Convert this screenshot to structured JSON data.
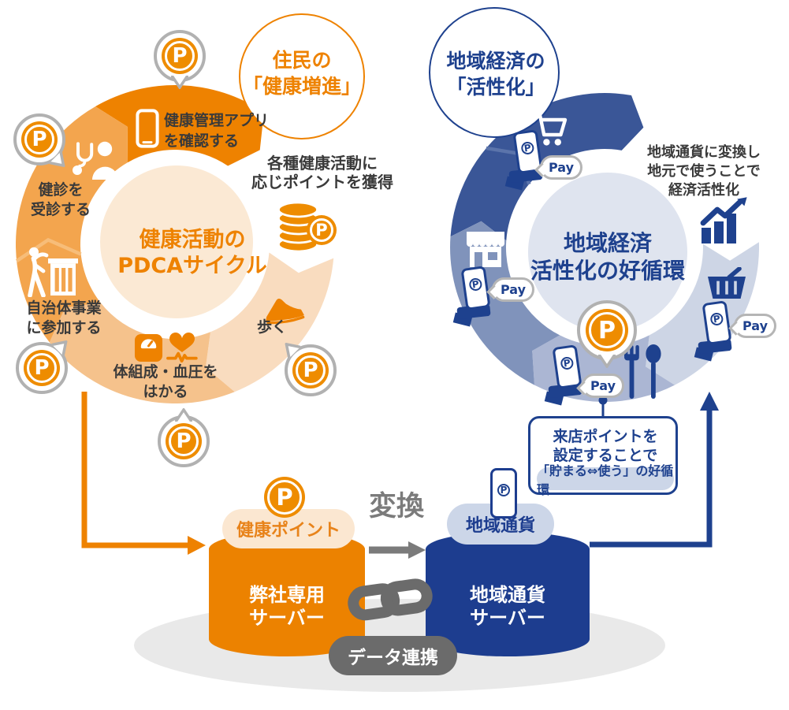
{
  "point_letter": "P",
  "left_cycle": {
    "bubble_line1": "住民の",
    "bubble_line2": "「健康増進」",
    "title_line1": "健康活動の",
    "title_line2": "PDCAサイクル",
    "activities": [
      {
        "line1": "健康管理アプリ",
        "line2": "を確認する"
      },
      {
        "line1": "健診を",
        "line2": "受診する"
      },
      {
        "line1": "自治体事業",
        "line2": "に参加する"
      },
      {
        "line1": "体組成・血圧を",
        "line2": "はかる"
      },
      {
        "line1": "歩く"
      }
    ],
    "points_note_line1": "各種健康活動に",
    "points_note_line2": "応じポイントを獲得"
  },
  "right_cycle": {
    "bubble_line1": "地域経済の",
    "bubble_line2": "「活性化」",
    "title_line1": "地域経済",
    "title_line2": "活性化の好循環",
    "note_line1": "地域通貨に変換し",
    "note_line2": "地元で使うことで",
    "note_line3": "経済活性化",
    "pay_label": "Pay",
    "callout_line1": "来店ポイントを",
    "callout_line2": "設定することで",
    "callout_highlight": "「貯まる⇔使う」の好循環"
  },
  "flow": {
    "conversion_label": "変換",
    "health_points_label": "健康ポイント",
    "company_server_line1": "弊社専用",
    "company_server_line2": "サーバー",
    "local_currency_label": "地域通貨",
    "currency_server_line1": "地域通貨",
    "currency_server_line2": "サーバー",
    "data_link_label": "データ連携"
  },
  "colors": {
    "accent_orange": "#ee8200",
    "accent_navy": "#1e418e"
  }
}
